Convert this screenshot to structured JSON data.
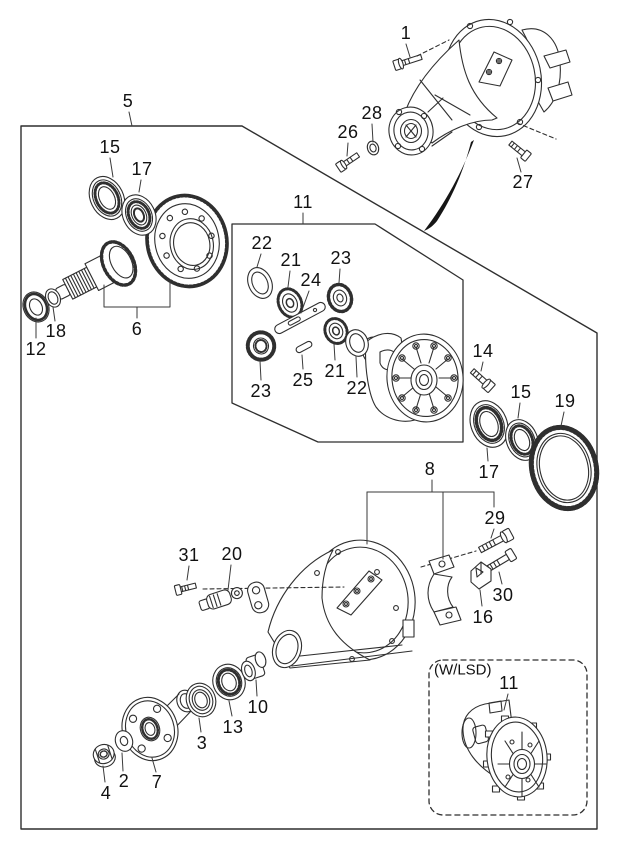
{
  "callouts": {
    "c1": "1",
    "c5": "5",
    "c15a": "15",
    "c17a": "17",
    "c28": "28",
    "c26": "26",
    "c27": "27",
    "c11": "11",
    "c22a": "22",
    "c21a": "21",
    "c24": "24",
    "c23a": "23",
    "c23b": "23",
    "c25": "25",
    "c21b": "21",
    "c22b": "22",
    "c12": "12",
    "c18": "18",
    "c6": "6",
    "c14": "14",
    "c15b": "15",
    "c19": "19",
    "c17b": "17",
    "c8": "8",
    "c29": "29",
    "c31": "31",
    "c20": "20",
    "c30": "30",
    "c16": "16",
    "c10": "10",
    "c13": "13",
    "c3": "3",
    "c2": "2",
    "c7": "7",
    "c4": "4",
    "c11lsd": "11"
  },
  "lsd_box": {
    "caption": "(W/LSD)"
  },
  "colors": {
    "line": "#2f2f2f",
    "background": "#ffffff",
    "label": "#111111",
    "swoosh": "#161616"
  }
}
